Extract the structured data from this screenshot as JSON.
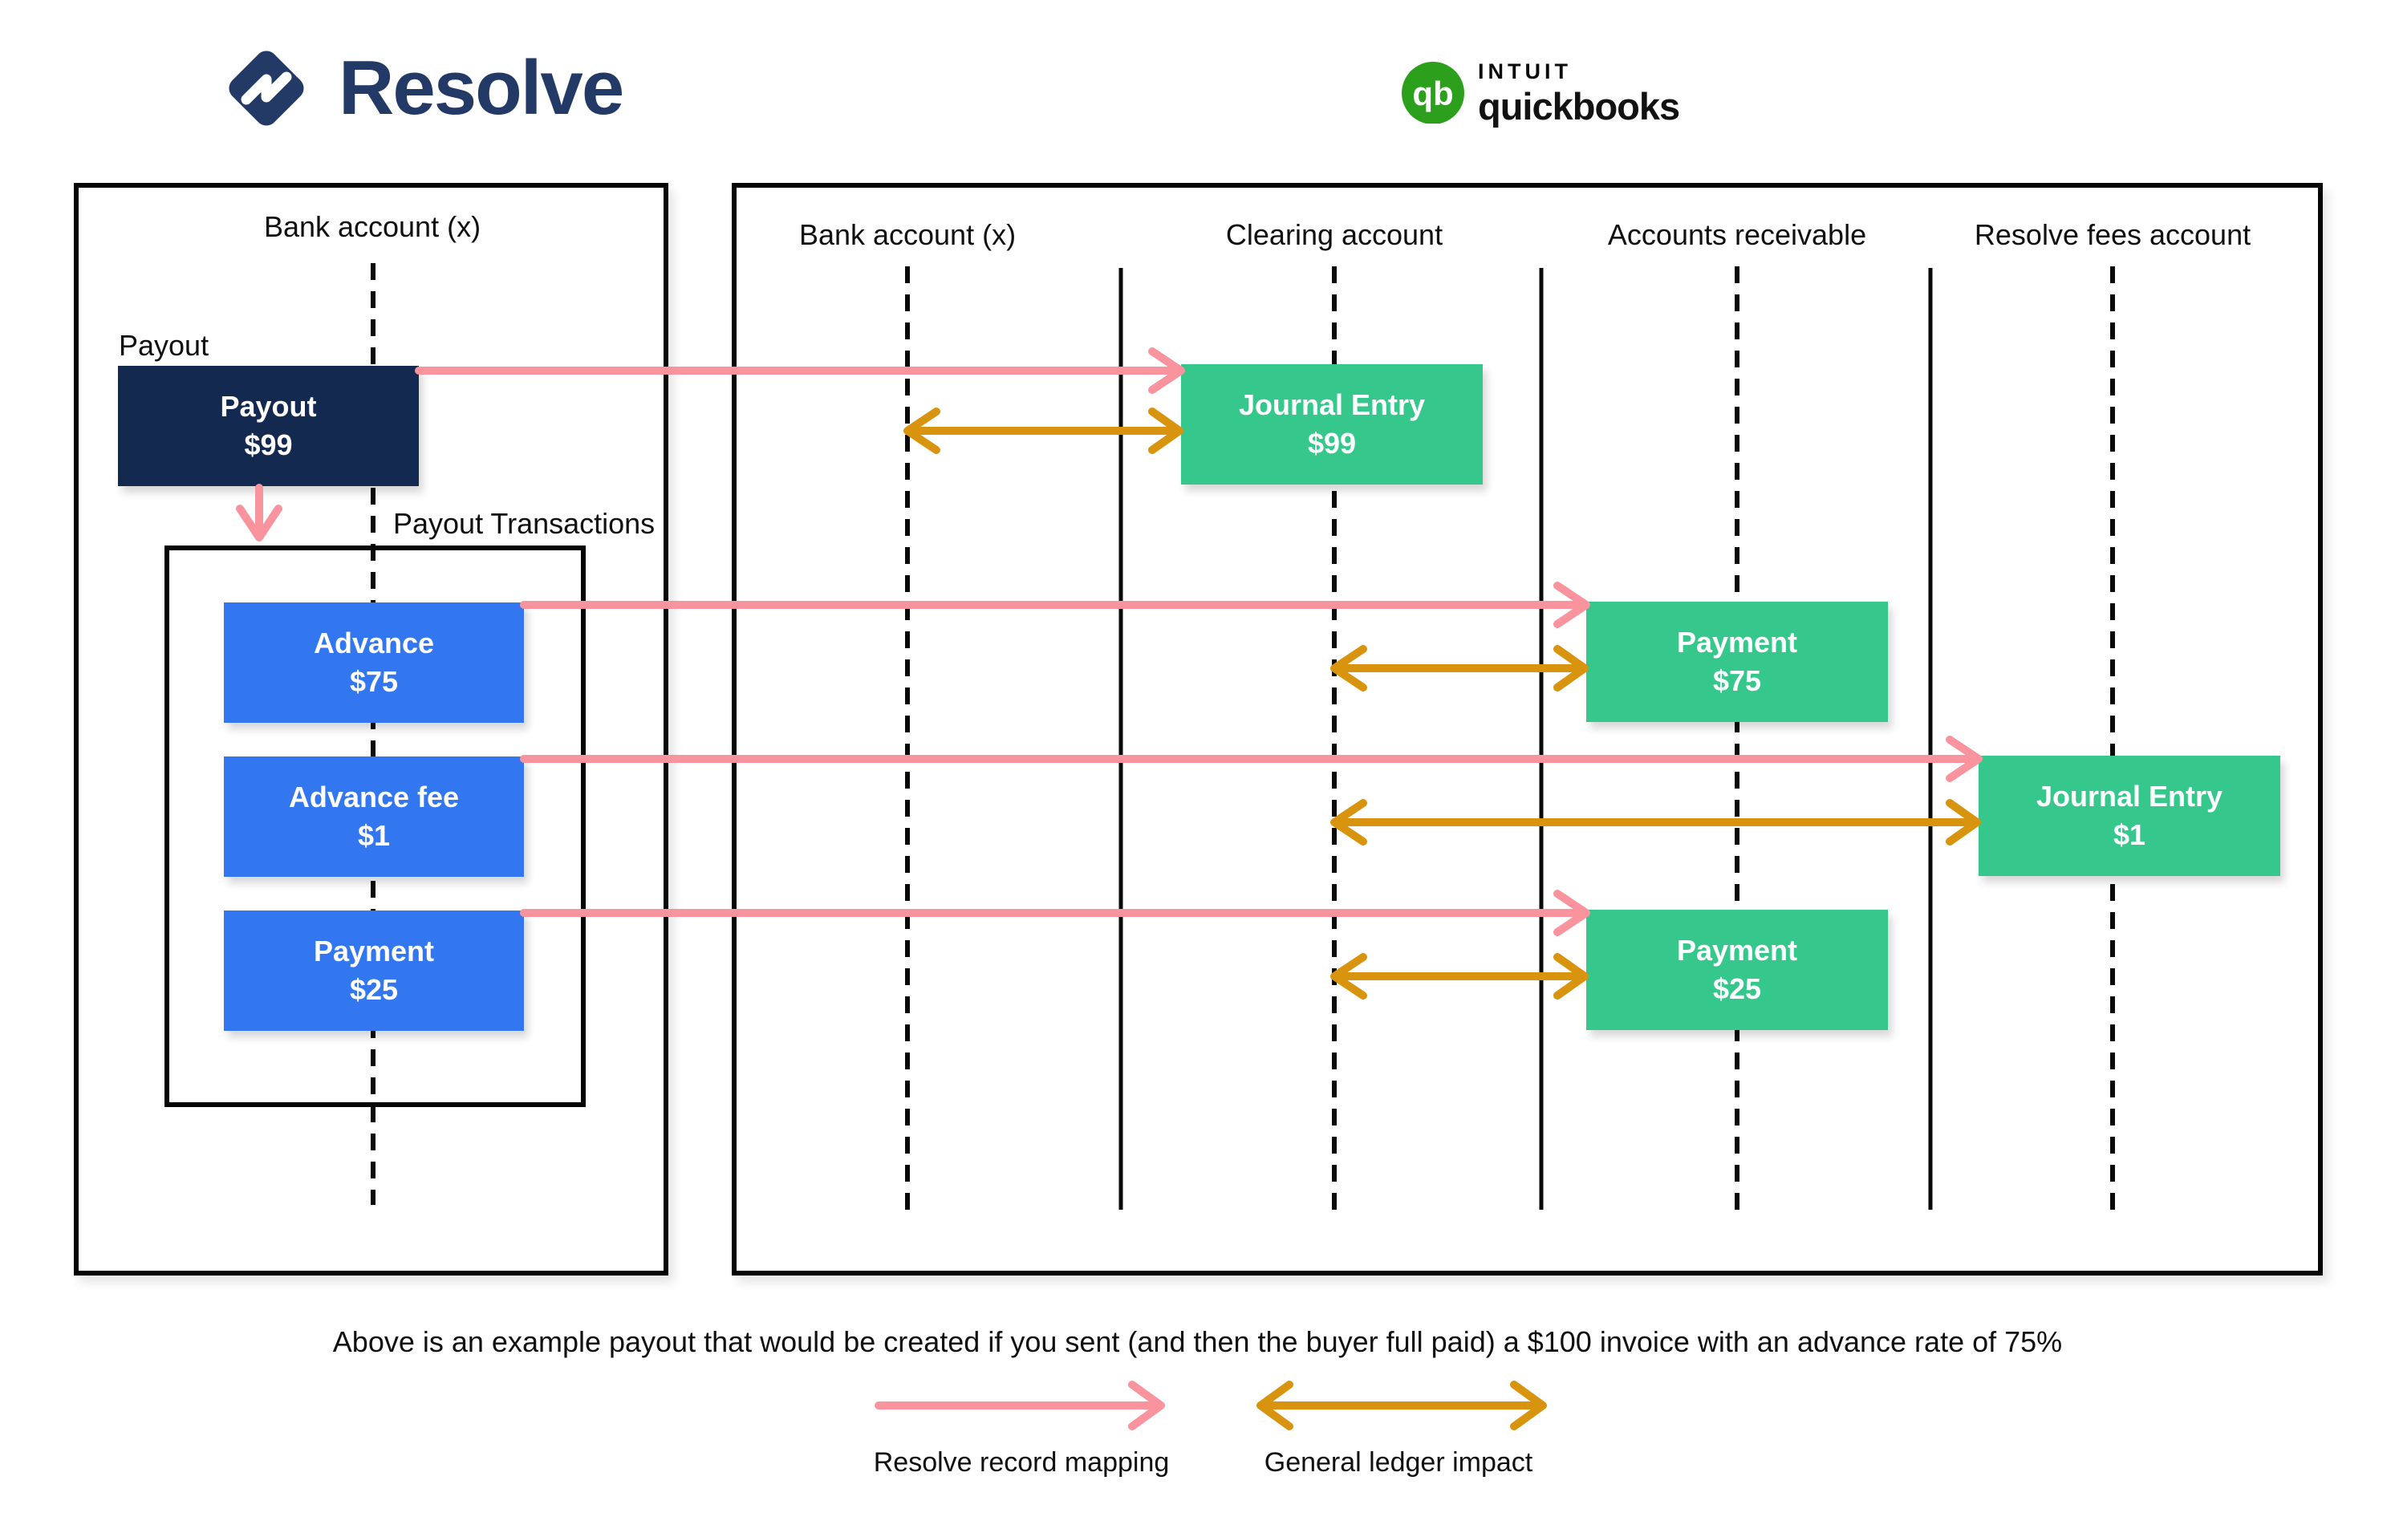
{
  "brand": {
    "resolve": {
      "name": "Resolve"
    },
    "quickbooks": {
      "company": "INTUIT",
      "product": "quickbooks",
      "monogram": "qb"
    }
  },
  "left_panel": {
    "column_title": "Bank account (x)",
    "payout_label": "Payout",
    "payout_box": {
      "title": "Payout",
      "amount": "$99"
    },
    "transactions_box_label": "Payout Transactions",
    "transactions": [
      {
        "title": "Advance",
        "amount": "$75"
      },
      {
        "title": "Advance fee",
        "amount": "$1"
      },
      {
        "title": "Payment",
        "amount": "$25"
      }
    ]
  },
  "right_panel": {
    "column_titles": [
      "Bank account (x)",
      "Clearing account",
      "Accounts receivable",
      "Resolve fees account"
    ],
    "records": [
      {
        "title": "Journal Entry",
        "amount": "$99"
      },
      {
        "title": "Payment",
        "amount": "$75"
      },
      {
        "title": "Journal Entry",
        "amount": "$1"
      },
      {
        "title": "Payment",
        "amount": "$25"
      }
    ]
  },
  "caption": "Above is an example payout that would be created if you sent (and then the buyer full paid) a $100 invoice with an advance rate of 75%",
  "legend": [
    {
      "label": "Resolve record mapping",
      "arrow": "single"
    },
    {
      "label": "General ledger impact",
      "arrow": "double"
    }
  ],
  "colors": {
    "resolve-navy": "#223A65",
    "payout-box": "#13294F",
    "transaction-blue": "#3377F0",
    "record-green": "#35C78C",
    "mapping-pink": "#F9939E",
    "ledger-orange": "#D8930F",
    "quickbooks-green": "#2CA01C",
    "line-black": "#0A0A0A",
    "text-black": "#101010"
  }
}
